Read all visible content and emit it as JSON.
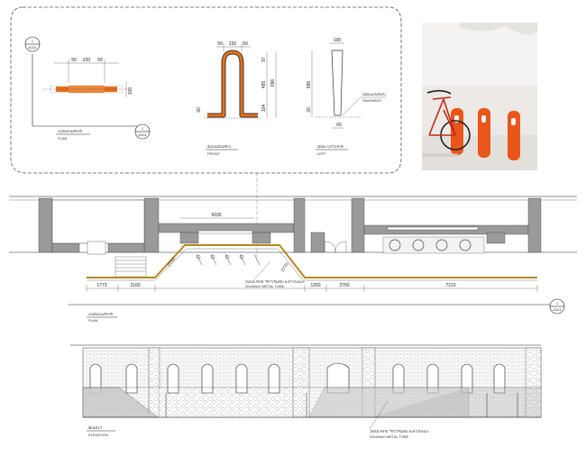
{
  "detail_plan": {
    "ref_top": "1",
    "ref_top_sheet": "A101",
    "ref_right": "1",
    "ref_right_sheet": "A101",
    "dims": [
      "50",
      "220",
      "50"
    ],
    "dim_side": "100",
    "title_local": "ՀԱՏԱԿԱԳԻԾ",
    "title": "PLAN"
  },
  "detail_front": {
    "dims": [
      "50",
      "220",
      "50"
    ],
    "dims_right": [
      "97",
      "495",
      "104",
      "696"
    ],
    "dim_left": "20",
    "title_local": "ՃԱԿԱՏԱՅԻՆ",
    "title": "FRONT"
  },
  "detail_left": {
    "dim_top": "100",
    "dim_left": "696",
    "dim_small": "20",
    "dim_bottom": "60",
    "note_local": "ՍԱԼԱՀԱՏԱԿ",
    "note": "PAVEMENT",
    "title_local": "ՁԱԽ ԿՈՂՄԻՑ",
    "title": "LEFT"
  },
  "site_plan": {
    "dim_top": "5035",
    "diag_dims": [
      "2710",
      "2770"
    ],
    "bottom_dims": [
      "1773",
      "2160",
      "1260",
      "2760",
      "7210"
    ],
    "tube_note_local": "ՉԺԱՆԳՈՏ ՊՈՂՊԱՏԵ ԽՈՂՈՎԱԿ",
    "tube_note": "20x40mm METAL TUBE",
    "title_local": "ՀԱՏԱԿԱԳԻԾ",
    "title": "PLAN",
    "ref": "1",
    "ref_sheet": "A101"
  },
  "elevation": {
    "title_local": "ՖԱՍԱԴ",
    "title": "ELEVATION",
    "tube_note_local": "ՉԺԱՆԳՈՏ ՊՈՂՊԱՏԵ ԽՈՂՈՎԱԿ",
    "tube_note": "20x40mm METAL TUBE"
  },
  "colors": {
    "accent": "#e8701a",
    "wall": "#9a9a9a",
    "photo_bg": "#ece9e6"
  }
}
